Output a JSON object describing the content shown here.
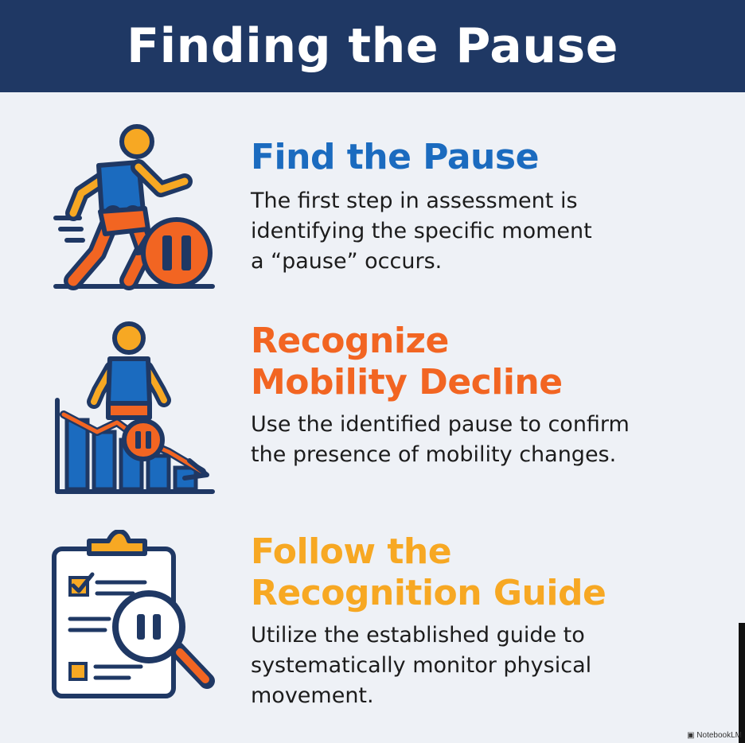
{
  "header": {
    "title": "Finding the Pause"
  },
  "colors": {
    "header_bg": "#1f3864",
    "title_blue": "#1b6bbf",
    "title_orange": "#f26522",
    "title_yellow": "#f7a823",
    "icon_navy": "#1f3864"
  },
  "sections": [
    {
      "icon": "running-person-pause-icon",
      "title": "Find the Pause",
      "description_lines": [
        "The first step in assessment is",
        "identifying the specific moment",
        "a “pause” occurs."
      ]
    },
    {
      "icon": "declining-chart-person-icon",
      "title_lines": [
        "Recognize",
        "Mobility Decline"
      ],
      "description_lines": [
        "Use the identified pause to confirm",
        "the presence of mobility changes."
      ]
    },
    {
      "icon": "clipboard-magnifier-icon",
      "title_lines": [
        "Follow the",
        "Recognition Guide"
      ],
      "description_lines": [
        "Utilize the established guide to",
        "systematically monitor physical",
        "movement."
      ]
    }
  ],
  "footer": {
    "brand": "NotebookLM"
  }
}
